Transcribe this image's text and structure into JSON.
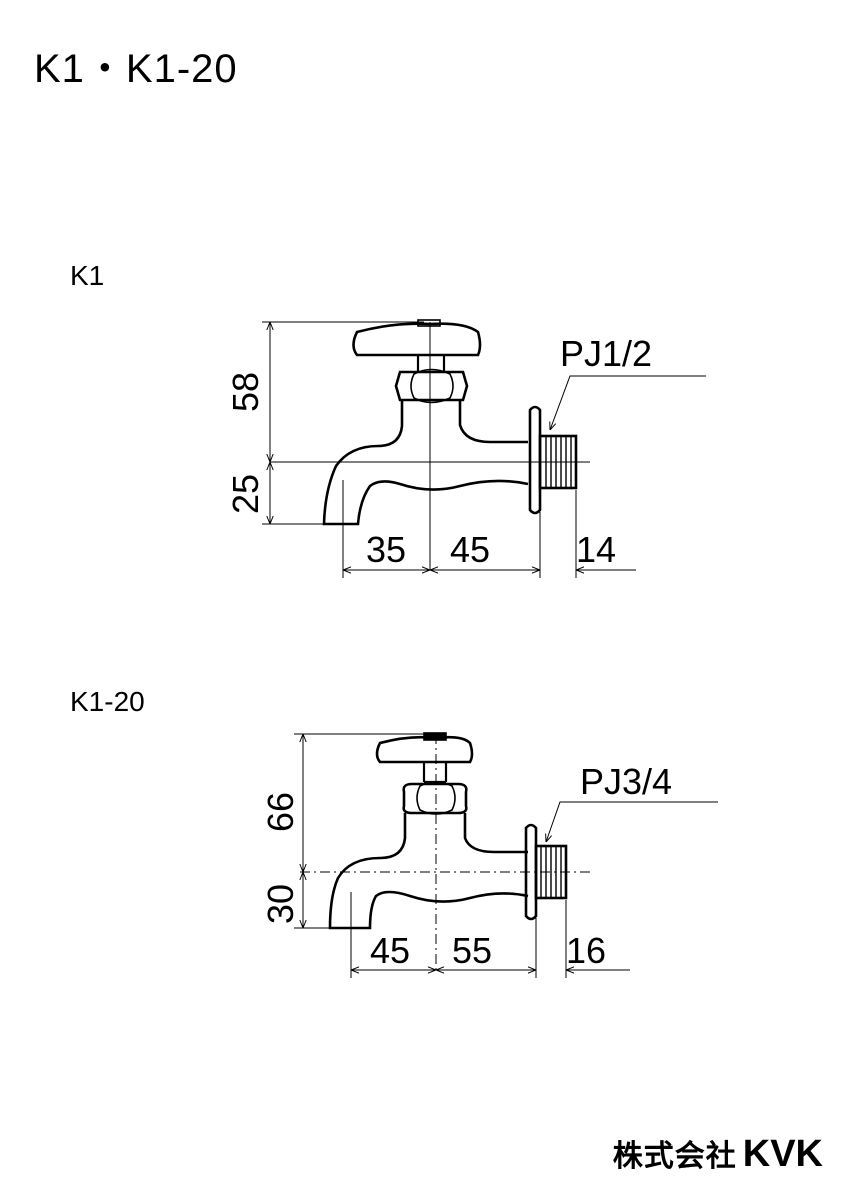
{
  "page_title": "K1・K1-20",
  "models": [
    {
      "label": "K1",
      "thread": "PJ1/2",
      "dims": {
        "height_upper": "58",
        "height_lower": "25",
        "w_spout": "35",
        "w_body": "45",
        "w_thread": "14"
      }
    },
    {
      "label": "K1-20",
      "thread": "PJ3/4",
      "dims": {
        "height_upper": "66",
        "height_lower": "30",
        "w_spout": "45",
        "w_body": "55",
        "w_thread": "16"
      }
    }
  ],
  "brand": {
    "company": "株式会社",
    "logo": "KVK"
  }
}
